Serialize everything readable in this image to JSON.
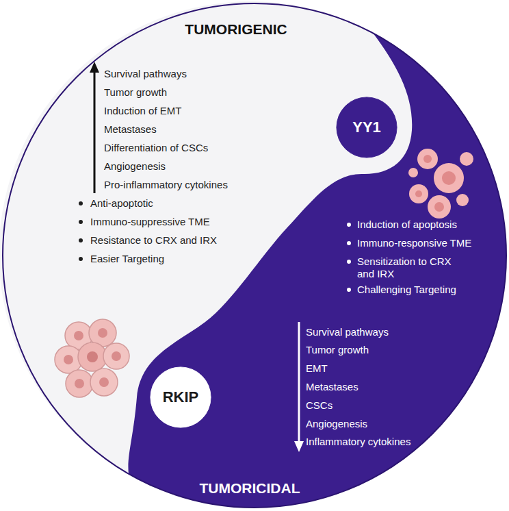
{
  "diagram": {
    "nodes": [
      {
        "text": [
          "YY1"
        ]
      },
      {
        "text": [
          "RKIP"
        ]
      }
    ],
    "labels": [
      "TUMORIGENIC",
      "Survival pathways",
      "Tumor growth",
      "Induction of EMT",
      "Metastases",
      "Differentiation of CSCs",
      "Angiogenesis",
      "Pro-inflammatory cytokines",
      "Anti-apoptotic",
      "Immuno-suppressive TME",
      "Resistance to CRX and IRX",
      "Easier Targeting",
      "Induction of apoptosis",
      "Immuno-responsive TME",
      "Sensitization to CRX and IRX",
      "Challenging Targeting",
      "Survival pathways",
      "Tumor growth",
      "EMT",
      "Metastases",
      "CSCs",
      "Angiogenesis",
      "Inflammatory cytokines",
      "TUMORICIDAL"
    ]
  }
}
